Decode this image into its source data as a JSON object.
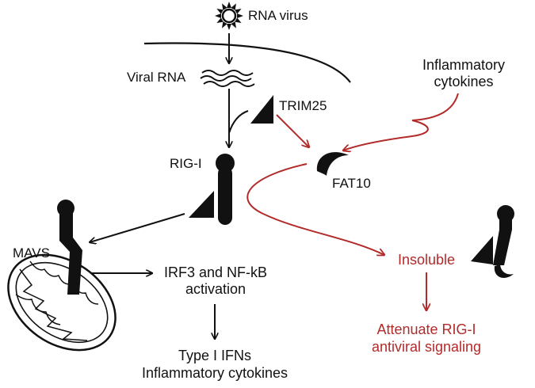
{
  "labels": {
    "rna_virus": "RNA virus",
    "viral_rna": "Viral RNA",
    "trim25": "TRIM25",
    "rig_i": "RIG-I",
    "fat10": "FAT10",
    "inflammatory_line1": "Inflammatory",
    "inflammatory_line2": "cytokines",
    "mavs": "MAVS",
    "irf3_line1": "IRF3 and NF-kB",
    "irf3_line2": "activation",
    "type1_line1": "Type I IFNs",
    "type1_line2": "Inflammatory cytokines",
    "insoluble": "Insoluble",
    "attenuate_line1": "Attenuate RIG-I",
    "attenuate_line2": "antiviral signaling"
  },
  "colors": {
    "ink": "#111111",
    "fat10_pathway": "#b22a2a"
  },
  "icons": {
    "virus": "sun-burst-virus-icon",
    "rna": "wavy-strand-icon",
    "trim25": "black-triangle-icon",
    "fat10": "crescent-icon",
    "rig_i": "capsule-receptor-icon",
    "mitochondrion": "mitochondrion-icon"
  }
}
